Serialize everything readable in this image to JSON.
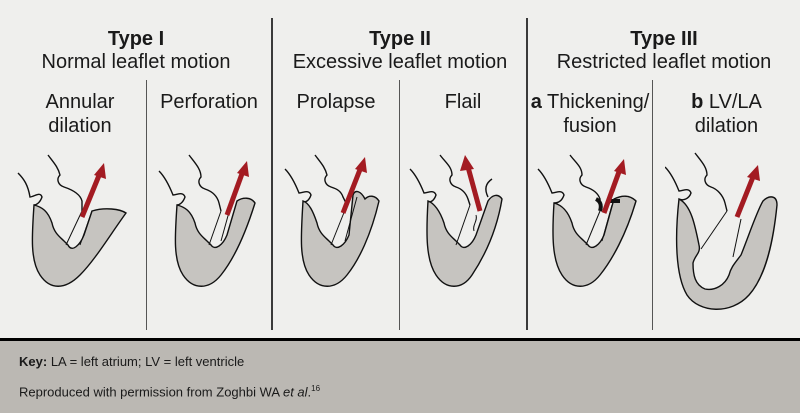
{
  "groups": [
    {
      "title": "Type I",
      "subtitle": "Normal leaflet motion"
    },
    {
      "title": "Type II",
      "subtitle": "Excessive leaflet motion"
    },
    {
      "title": "Type III",
      "subtitle": "Restricted leaflet motion"
    }
  ],
  "panels": [
    {
      "prefix": "",
      "line1": "Annular",
      "line2": "dilation"
    },
    {
      "prefix": "",
      "line1": "Perforation",
      "line2": ""
    },
    {
      "prefix": "",
      "line1": "Prolapse",
      "line2": ""
    },
    {
      "prefix": "",
      "line1": "Flail",
      "line2": ""
    },
    {
      "prefix": "a",
      "line1": "Thickening/",
      "line2": "fusion"
    },
    {
      "prefix": "b",
      "line1": "LV/LA",
      "line2": "dilation"
    }
  ],
  "key": {
    "label": "Key:",
    "text": "LA = left atrium; LV = left ventricle",
    "credit_prefix": "Reproduced with permission from Zoghbi WA ",
    "credit_italic": "et al",
    "credit_suffix": ".",
    "credit_ref": "16"
  },
  "colors": {
    "arrow": "#a31b22",
    "myocardium": "#c6c4c0",
    "background": "#efefed",
    "key_background": "#bbb8b3"
  }
}
